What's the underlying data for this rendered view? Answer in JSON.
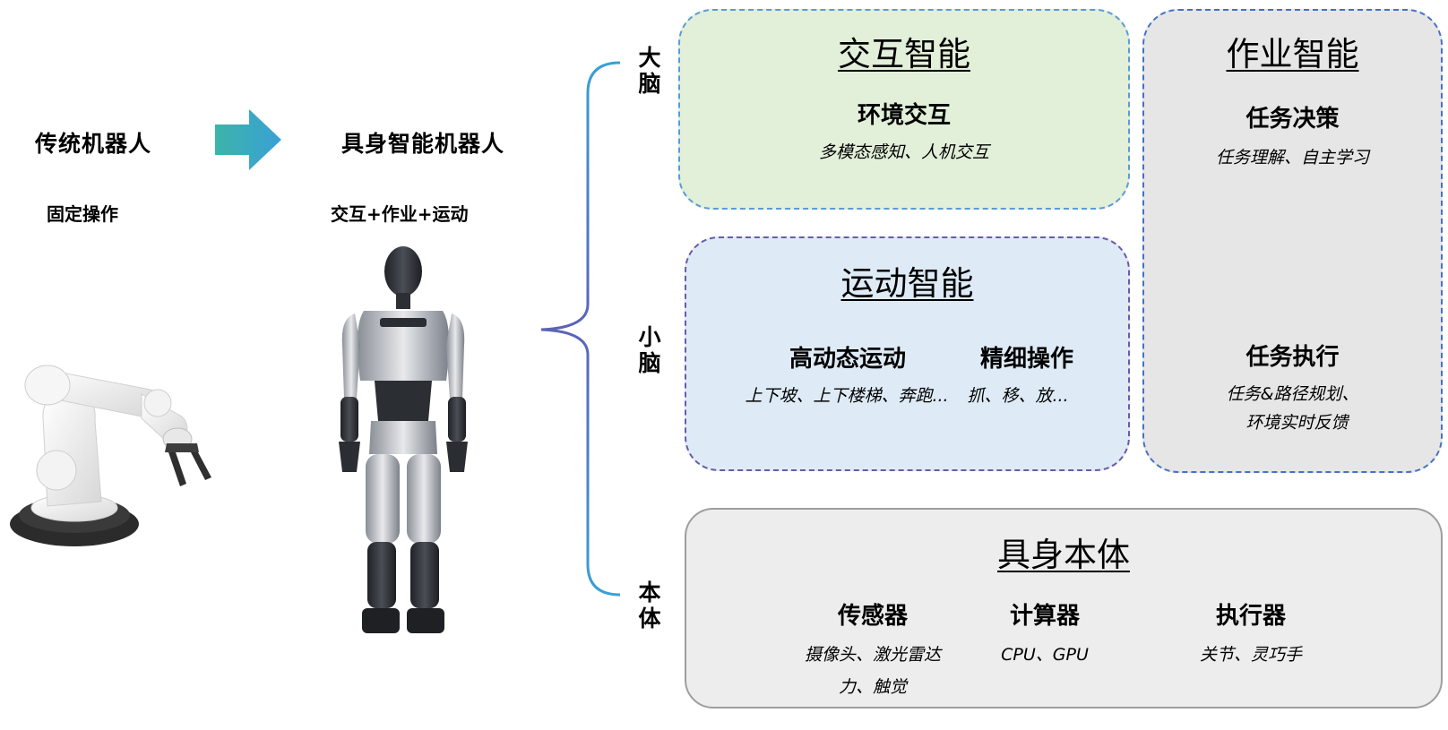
{
  "left": {
    "traditional_title": "传统机器人",
    "traditional_sub": "固定操作",
    "embodied_title": "具身智能机器人",
    "embodied_sub": "交互+作业+运动"
  },
  "brace_labels": {
    "brain": "大\n脑",
    "cerebellum": "小\n脑",
    "body": "本\n体"
  },
  "interaction": {
    "title": "交互智能",
    "item_title": "环境交互",
    "item_desc": "多模态感知、人机交互"
  },
  "operation": {
    "title": "作业智能",
    "item1_title": "任务决策",
    "item1_desc": "任务理解、自主学习",
    "item2_title": "任务执行",
    "item2_desc_line1": "任务&路径规划、",
    "item2_desc_line2": "环境实时反馈"
  },
  "motion": {
    "title": "运动智能",
    "item1_title": "高动态运动",
    "item1_desc": "上下坡、上下楼梯、奔跑...",
    "item2_title": "精细操作",
    "item2_desc": "抓、移、放..."
  },
  "body": {
    "title": "具身本体",
    "sensor_title": "传感器",
    "sensor_desc_line1": "摄像头、激光雷达",
    "sensor_desc_line2": "力、触觉",
    "compute_title": "计算器",
    "compute_desc": "CPU、GPU",
    "actuator_title": "执行器",
    "actuator_desc": "关节、灵巧手"
  },
  "colors": {
    "interaction_fill": "#e2efd9",
    "interaction_border": "#5b9bd5",
    "motion_fill": "#deebf7",
    "motion_border": "#6a5aa8",
    "operation_fill": "#e7e6e6",
    "operation_border": "#4472c4",
    "body_fill": "#ededed",
    "body_border": "#9e9e9e",
    "arrow_start": "#3bb4a8",
    "arrow_end": "#3aa0d6",
    "brace": "#4a9fdc"
  }
}
